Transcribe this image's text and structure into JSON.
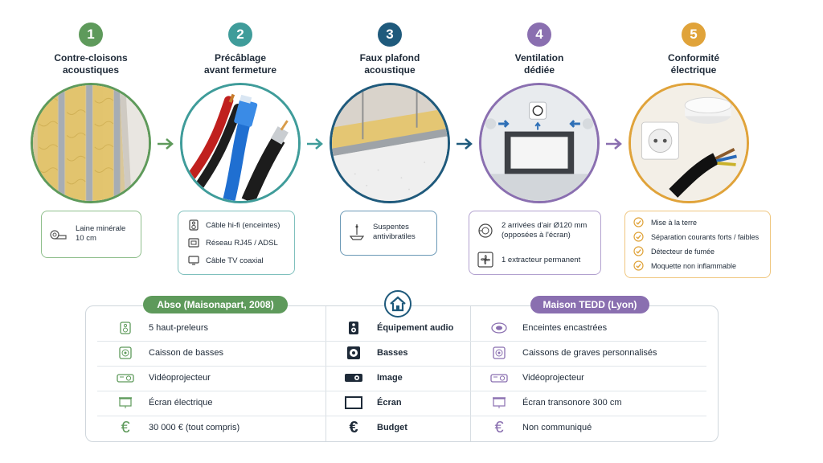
{
  "steps": [
    {
      "num": "1",
      "title_l1": "Contre-cloisons",
      "title_l2": "acoustiques",
      "color": "#5e9a5b",
      "icon": "insulation-roll-icon",
      "items": [
        "Laine minérale",
        "10 cm"
      ]
    },
    {
      "num": "2",
      "title_l1": "Précâblage",
      "title_l2": "avant fermeture",
      "color": "#3f9c9a",
      "items": [
        "Câble hi-fi (enceintes)",
        "Réseau RJ45 / ADSL",
        "Câble TV coaxial"
      ]
    },
    {
      "num": "3",
      "title_l1": "Faux plafond",
      "title_l2": "acoustique",
      "color": "#1f5a7c",
      "icon": "suspension-icon",
      "items": [
        "Suspentes",
        "antivibratiles"
      ]
    },
    {
      "num": "4",
      "title_l1": "Ventilation",
      "title_l2": "dédiée",
      "color": "#8a6fb0",
      "items": [
        "2 arrivées d'air Ø120 mm",
        "(opposées à l'écran)",
        "1 extracteur permanent"
      ]
    },
    {
      "num": "5",
      "title_l1": "Conformité",
      "title_l2": "électrique",
      "color": "#e0a33a",
      "items": [
        "Mise à la terre",
        "Séparation courants forts / faibles",
        "Détecteur de fumée",
        "Moquette non inflammable"
      ]
    }
  ],
  "comparison": {
    "left_title": "Abso (Maisonapart, 2008)",
    "right_title": "Maison TEDD (Lyon)",
    "left_color": "#5e9a5b",
    "right_color": "#8a6fb0",
    "rows": [
      {
        "left": "5 haut-preleurs",
        "mid": "Équipement audio",
        "right": "Enceintes encastrées",
        "icon": "speaker-icon"
      },
      {
        "left": "Caisson de basses",
        "mid": "Basses",
        "right": "Caissons de graves personnalisés",
        "icon": "subwoofer-icon"
      },
      {
        "left": "Vidéoprojecteur",
        "mid": "Image",
        "right": "Vidéoprojecteur",
        "icon": "projector-icon"
      },
      {
        "left": "Écran électrique",
        "mid": "Écran",
        "right": "Écran transonore 300 cm",
        "icon": "screen-icon"
      },
      {
        "left": "30 000 € (tout compris)",
        "mid": "Budget",
        "right": "Non communiqué",
        "icon": "euro-icon"
      }
    ]
  }
}
